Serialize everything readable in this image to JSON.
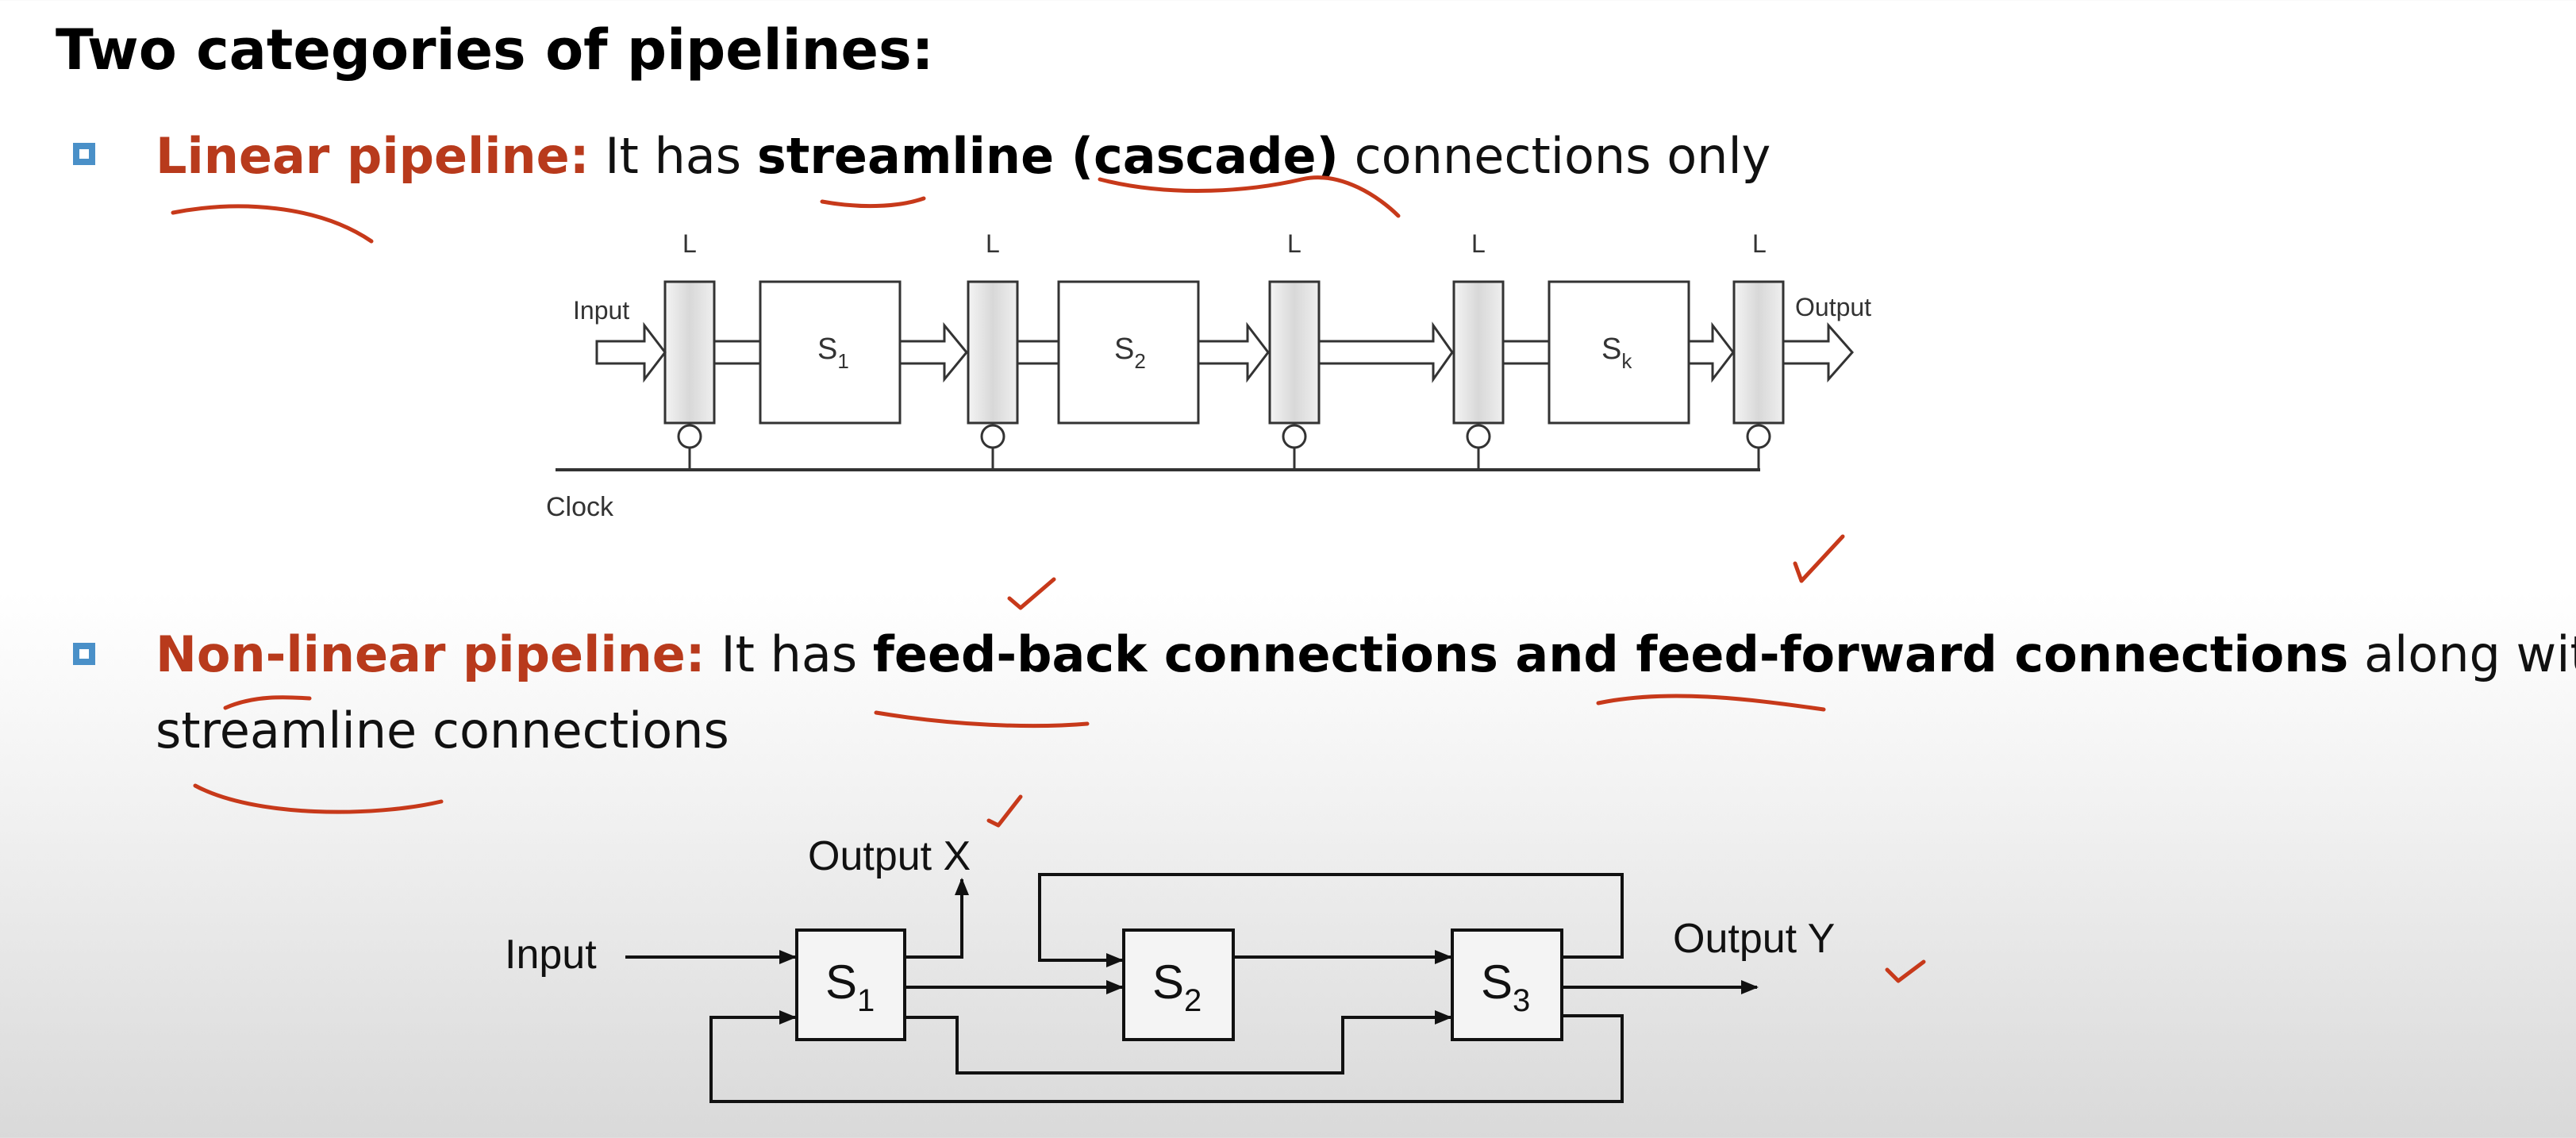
{
  "heading": "Two categories of pipelines:",
  "linear": {
    "term": "Linear pipeline:",
    "t1": " It has ",
    "bold": "streamline (cascade)",
    "t2": " connections only"
  },
  "nonlinear": {
    "term": "Non-linear pipeline:",
    "t1": " It has ",
    "bold1": "feed-back connections and feed-forward connections",
    "t2": " along with",
    "line2": "streamline connections"
  },
  "diagram1": {
    "latch_label": "L",
    "input": "Input",
    "output": "Output",
    "clock": "Clock",
    "stage1": "S",
    "stage1_sub": "1",
    "stage2": "S",
    "stage2_sub": "2",
    "stagek": "S",
    "stagek_sub": "k"
  },
  "diagram2": {
    "input": "Input",
    "output_x": "Output X",
    "output_y": "Output Y",
    "s1": "S",
    "s1_sub": "1",
    "s2": "S",
    "s2_sub": "2",
    "s3": "S",
    "s3_sub": "3"
  },
  "colors": {
    "term": "#b83a1c",
    "bullet": "#4a90c8",
    "annotation": "#c7391a"
  }
}
